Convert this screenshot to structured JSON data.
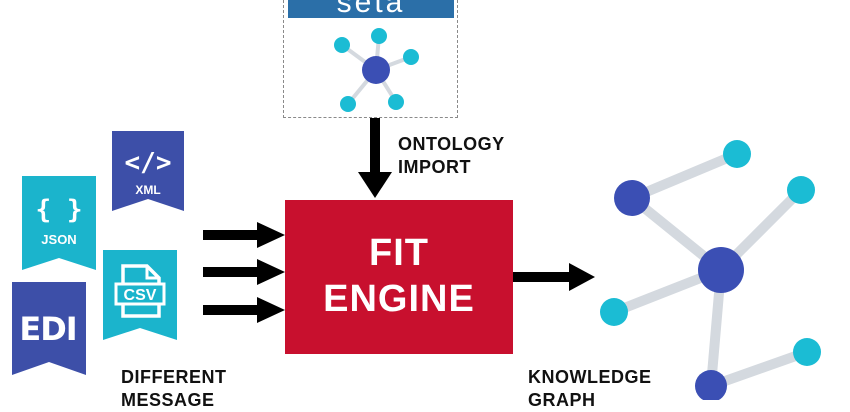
{
  "seta": {
    "logo_text": "seta"
  },
  "labels": {
    "ontology_import": "ONTOLOGY\nIMPORT",
    "different_message": "DIFFERENT\nMESSAGE",
    "knowledge_graph": "KNOWLEDGE\nGRAPH"
  },
  "engine": {
    "line1": "FIT",
    "line2": "ENGINE"
  },
  "file_icons": {
    "json": {
      "glyph": "{ }",
      "caption": "JSON"
    },
    "xml": {
      "glyph": "</>",
      "caption": "XML"
    },
    "csv": {
      "caption": "CSV"
    },
    "edi": {
      "caption": "EDI"
    }
  },
  "colors": {
    "engine_red": "#c8102e",
    "node_cyan": "#1bbcd4",
    "node_navy": "#3b4fb4",
    "edge_gray": "#d4d9df",
    "edi_blue": "#3d4fa8",
    "xml_blue": "#3d4fa8",
    "json_cyan": "#1bb4cc",
    "csv_cyan": "#1bb4cc",
    "seta_blue": "#2b6fa8"
  }
}
